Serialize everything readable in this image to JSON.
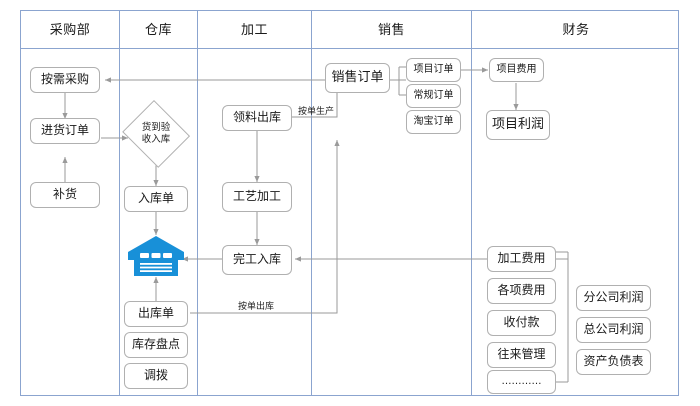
{
  "diagram": {
    "title": "",
    "type": "swimlane-flowchart",
    "accent_color": "#1890d8",
    "frame_border_color": "#8ba4cf",
    "node_border_color": "#b0b0b0",
    "connector_color": "#9a9a9a"
  },
  "lanes": [
    {
      "id": "purchasing",
      "label": "采购部"
    },
    {
      "id": "warehouse",
      "label": "仓库"
    },
    {
      "id": "processing",
      "label": "加工"
    },
    {
      "id": "sales",
      "label": "销售"
    },
    {
      "id": "finance",
      "label": "财务"
    }
  ],
  "nodes": {
    "purchase_on_demand": "按需采购",
    "purchase_order": "进货订单",
    "replenish": "补货",
    "goods_inspect_receive": "货到验收入库",
    "goods_inspect_receive_line1": "货到验",
    "goods_inspect_receive_line2": "收入库",
    "inbound_order": "入库单",
    "outbound_order": "出库单",
    "stock_count": "库存盘点",
    "transfer": "调拨",
    "warehouse_icon": "warehouse-icon",
    "material_issue": "领料出库",
    "process_work": "工艺加工",
    "finished_inbound": "完工入库",
    "sales_order": "销售订单",
    "project_order": "项目订单",
    "regular_order": "常规订单",
    "taobao_order": "淘宝订单",
    "project_cost": "项目费用",
    "project_profit": "项目利润",
    "processing_cost": "加工费用",
    "various_costs": "各项费用",
    "receipts_payments": "收付款",
    "transaction_mgmt": "往来管理",
    "more_ellipsis": "…………",
    "branch_profit": "分公司利润",
    "company_profit": "总公司利润",
    "balance_sheet": "资产负债表"
  },
  "edge_labels": {
    "make_to_order": "按单生产",
    "ship_to_order": "按单出库"
  }
}
